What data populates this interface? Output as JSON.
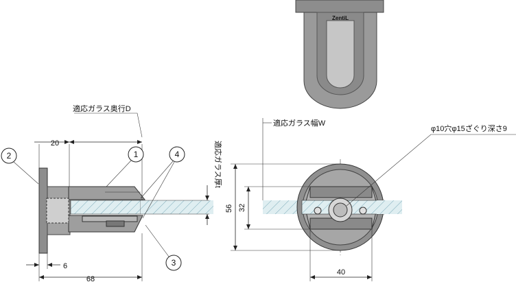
{
  "labels": {
    "glass_depth": "適応ガラス奥行D",
    "glass_width": "適応ガラス幅W",
    "glass_thickness": "適応ガラス厚t",
    "hole_note": "φ10穴φ15ざぐり深さ9",
    "logo_text": "ZentiL"
  },
  "dimensions": {
    "side_offset": "20",
    "flange_thickness": "6",
    "overall_length": "68",
    "flange_diameter": "56",
    "clamp_height": "32",
    "clamp_width": "40"
  },
  "balloons": [
    "1",
    "2",
    "3",
    "4"
  ],
  "colors": {
    "metal": "#9a9a9a",
    "metal_dark": "#7a7a7a",
    "metal_light": "#c9c9c9",
    "glass": "#dfeef1",
    "glass_hatch": "#7aa9b8",
    "line": "#222222"
  }
}
